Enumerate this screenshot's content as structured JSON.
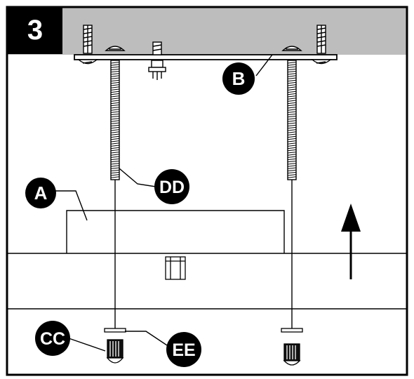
{
  "step": {
    "number": "3"
  },
  "callouts": {
    "a": "A",
    "b": "B",
    "cc": "CC",
    "dd": "DD",
    "ee": "EE"
  },
  "colors": {
    "frame": "#000000",
    "ceiling": "#bdbdbd",
    "callout_fill": "#000000",
    "callout_text": "#ffffff",
    "background": "#ffffff"
  },
  "icons": {
    "direction": "arrow-up-icon",
    "fastener": "screw-icon",
    "threaded_rod": "threaded-rod-icon",
    "knob": "knurled-knob-icon",
    "washer": "washer-icon"
  }
}
